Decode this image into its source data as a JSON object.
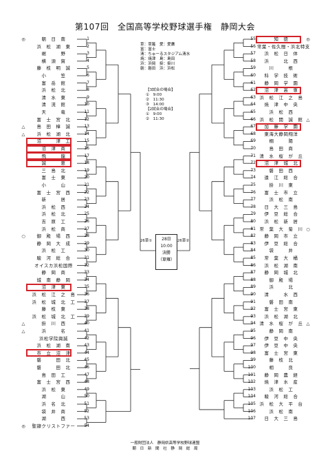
{
  "title": "第107回　全国高等学校野球選手権　静岡大会",
  "teams_left": [
    {
      "num": "1",
      "name": "朝　日　南",
      "mark": "◎"
    },
    {
      "num": "2",
      "name": "浜　松　湖　東",
      "mark": ""
    },
    {
      "num": "3",
      "name": "裾　　　野",
      "mark": ""
    },
    {
      "num": "4",
      "name": "横　須　賀",
      "mark": ""
    },
    {
      "num": "5",
      "name": "藤　枝　明　誠",
      "mark": ""
    },
    {
      "num": "6",
      "name": "小　　　笠",
      "mark": ""
    },
    {
      "num": "7",
      "name": "富　岳　館",
      "mark": ""
    },
    {
      "num": "8",
      "name": "浜　松　北",
      "mark": ""
    },
    {
      "num": "9",
      "name": "清　水　東",
      "mark": ""
    },
    {
      "num": "10",
      "name": "清　流　館",
      "mark": ""
    },
    {
      "num": "11",
      "name": "天　　　竜",
      "mark": ""
    },
    {
      "num": "12",
      "name": "富　士　宮　北",
      "mark": ""
    },
    {
      "num": "13",
      "name": "島　田　樟　誠",
      "mark": "△"
    },
    {
      "num": "14",
      "name": "浜　松　湖　北",
      "mark": "△"
    },
    {
      "num": "15",
      "name": "沼　　　津　工",
      "mark": ""
    },
    {
      "num": "16",
      "name": "沼　津　商",
      "mark": ""
    },
    {
      "num": "17",
      "name": "飛　　　龍",
      "mark": ""
    },
    {
      "num": "18",
      "name": "誠　　　恵",
      "mark": ""
    },
    {
      "num": "19",
      "name": "三　島　北",
      "mark": ""
    },
    {
      "num": "20",
      "name": "富　士　東",
      "mark": ""
    },
    {
      "num": "21",
      "name": "小　　　山",
      "mark": ""
    },
    {
      "num": "22",
      "name": "富　士　宮　西",
      "mark": ""
    },
    {
      "num": "23",
      "name": "新　　　居",
      "mark": ""
    },
    {
      "num": "24",
      "name": "浜　松　西",
      "mark": ""
    },
    {
      "num": "25",
      "name": "浜　松　北",
      "mark": ""
    },
    {
      "num": "26",
      "name": "吉　原　工",
      "mark": ""
    },
    {
      "num": "27",
      "name": "浜　松　商",
      "mark": ""
    },
    {
      "num": "28",
      "name": "御　殿　場　西",
      "mark": "○"
    },
    {
      "num": "29",
      "name": "静　岡　大　成",
      "mark": ""
    },
    {
      "num": "30",
      "name": "浜　松　工",
      "mark": ""
    },
    {
      "num": "31",
      "name": "駿　河　総　合",
      "mark": ""
    },
    {
      "num": "32",
      "name": "オイスカ浜松国際",
      "mark": ""
    },
    {
      "num": "33",
      "name": "静　岡　商",
      "mark": ""
    },
    {
      "num": "34",
      "name": "城　南　静　岡",
      "mark": ""
    },
    {
      "num": "35",
      "name": "沼　津　東",
      "mark": ""
    },
    {
      "num": "36",
      "name": "浜　松　江　之　島",
      "mark": ""
    },
    {
      "num": "37",
      "name": "浜　松　城　北　工",
      "mark": ""
    },
    {
      "num": "38",
      "name": "藤　枝　東",
      "mark": ""
    },
    {
      "num": "39",
      "name": "浜　松　城　北　工",
      "mark": ""
    },
    {
      "num": "40",
      "name": "掛　川　西",
      "mark": "△"
    },
    {
      "num": "41",
      "name": "浜　　　名",
      "mark": "△"
    },
    {
      "num": "42",
      "name": "浜松学院興誠",
      "mark": ""
    },
    {
      "num": "43",
      "name": "浜　松　湖　南",
      "mark": ""
    },
    {
      "num": "44",
      "name": "市　立　沼　津",
      "mark": ""
    },
    {
      "num": "45",
      "name": "磐　　　田　北",
      "mark": ""
    },
    {
      "num": "46",
      "name": "磐　　　田　北",
      "mark": ""
    },
    {
      "num": "47",
      "name": "島　田　工",
      "mark": ""
    },
    {
      "num": "48",
      "name": "富　士　宮　西",
      "mark": ""
    },
    {
      "num": "49",
      "name": "浜　松　東",
      "mark": ""
    },
    {
      "num": "50",
      "name": "湖　　　山",
      "mark": ""
    },
    {
      "num": "51",
      "name": "浜　名　北",
      "mark": ""
    },
    {
      "num": "52",
      "name": "袋　井　商",
      "mark": ""
    },
    {
      "num": "53",
      "name": "湖　　　西",
      "mark": ""
    },
    {
      "num": "54",
      "name": "聖隷クリストファー",
      "mark": "◎"
    }
  ],
  "teams_right": [
    {
      "num": "55",
      "name": "知　徳",
      "mark": "◎"
    },
    {
      "num": "56",
      "name": "常葉・佐久間・浜北特支",
      "mark": ""
    },
    {
      "num": "57",
      "name": "浜　松　日　体",
      "mark": ""
    },
    {
      "num": "58",
      "name": "浜　　　北　西",
      "mark": ""
    },
    {
      "num": "59",
      "name": "川　　　根",
      "mark": ""
    },
    {
      "num": "60",
      "name": "科　学　技　術",
      "mark": ""
    },
    {
      "num": "61",
      "name": "静　岡　学　園",
      "mark": ""
    },
    {
      "num": "62",
      "name": "沼　津　高　専",
      "mark": ""
    },
    {
      "num": "63",
      "name": "浜　松　江　之　島",
      "mark": ""
    },
    {
      "num": "64",
      "name": "焼　津　中　央",
      "mark": ""
    },
    {
      "num": "65",
      "name": "浜　松　西",
      "mark": ""
    },
    {
      "num": "66",
      "name": "浜　松　開　誠　館",
      "mark": "△"
    },
    {
      "num": "67",
      "name": "加　藤　学　園",
      "mark": ""
    },
    {
      "num": "68",
      "name": "東海大静岡翔洋",
      "mark": ""
    },
    {
      "num": "69",
      "name": "桐　　　陽",
      "mark": ""
    },
    {
      "num": "70",
      "name": "島　田　商",
      "mark": ""
    },
    {
      "num": "71",
      "name": "清　水　桜　が　丘",
      "mark": ""
    },
    {
      "num": "72",
      "name": "沼　津　城　北",
      "mark": ""
    },
    {
      "num": "73",
      "name": "磐　田　西",
      "mark": ""
    },
    {
      "num": "74",
      "name": "遠　江　総　合",
      "mark": ""
    },
    {
      "num": "75",
      "name": "掛　川　東",
      "mark": ""
    },
    {
      "num": "76",
      "name": "富　士　市　立",
      "mark": ""
    },
    {
      "num": "77",
      "name": "浜　松　南",
      "mark": ""
    },
    {
      "num": "78",
      "name": "日　大　三　島",
      "mark": ""
    },
    {
      "num": "79",
      "name": "伊　豆　総　合",
      "mark": ""
    },
    {
      "num": "80",
      "name": "浜　松　新　居",
      "mark": ""
    },
    {
      "num": "81",
      "name": "常　葉　大　菊　川",
      "mark": "○"
    },
    {
      "num": "82",
      "name": "静　岡　市　立",
      "mark": ""
    },
    {
      "num": "83",
      "name": "伊　豆　総　合",
      "mark": ""
    },
    {
      "num": "84",
      "name": "袋　　　井",
      "mark": ""
    },
    {
      "num": "85",
      "name": "常　葉　大　橘",
      "mark": ""
    },
    {
      "num": "86",
      "name": "浜　松　湖　南",
      "mark": ""
    },
    {
      "num": "87",
      "name": "静　岡　城　北",
      "mark": ""
    },
    {
      "num": "88",
      "name": "御　殿　場",
      "mark": ""
    },
    {
      "num": "89",
      "name": "浜　　　北",
      "mark": ""
    },
    {
      "num": "90",
      "name": "清　　　水　西",
      "mark": ""
    },
    {
      "num": "91",
      "name": "磐　田　南",
      "mark": ""
    },
    {
      "num": "92",
      "name": "富　士　宮　東",
      "mark": ""
    },
    {
      "num": "93",
      "name": "浜　松　湖　北",
      "mark": ""
    },
    {
      "num": "94",
      "name": "清　水　桜　が　丘",
      "mark": "△"
    },
    {
      "num": "95",
      "name": "静　岡　南",
      "mark": ""
    },
    {
      "num": "96",
      "name": "伊　豆　中　央",
      "mark": ""
    },
    {
      "num": "97",
      "name": "伊　豆　中　央",
      "mark": ""
    },
    {
      "num": "98",
      "name": "富　士　宮　東",
      "mark": ""
    },
    {
      "num": "99",
      "name": "藤　枝　北",
      "mark": ""
    },
    {
      "num": "100",
      "name": "相　　　良",
      "mark": ""
    },
    {
      "num": "101",
      "name": "静　岡　農　経",
      "mark": ""
    },
    {
      "num": "102",
      "name": "焼　津　水　産",
      "mark": ""
    },
    {
      "num": "103",
      "name": "浜　松　工",
      "mark": ""
    },
    {
      "num": "104",
      "name": "駿　河　総　合",
      "mark": ""
    },
    {
      "num": "105",
      "name": "浜　松　大　平　台",
      "mark": ""
    },
    {
      "num": "106",
      "name": "浜　松　南",
      "mark": ""
    },
    {
      "num": "107",
      "name": "日　大　三　島",
      "mark": ""
    }
  ],
  "highlights_left": [
    15,
    16,
    17,
    18,
    35,
    44
  ],
  "highlights_right": [
    55,
    62,
    67,
    72
  ],
  "venue_info": [
    "草：草薙　愛：愛鷹",
    "富：富士",
    "清：ちゅーるスタジアム清水",
    "焼：焼津　島：島田",
    "浜：浜岡　掛：掛川",
    "磐：磐田　浜：浜松"
  ],
  "schedule_info": [
    "【3試合の場合】",
    "①　9:00",
    "②　11:30",
    "③　14:00",
    "",
    "【2試合の場合】",
    "①　9:00",
    "②　11:30"
  ],
  "final": {
    "date": "28日",
    "time": "10:00",
    "label": "決勝",
    "venue": "（草薙）"
  },
  "semis": {
    "left": "26草①",
    "right": "26草②"
  },
  "footer": [
    "一般財団法人　静岡県高等学校野球連盟",
    "朝　日　新　聞　社　静　岡　総　局"
  ]
}
